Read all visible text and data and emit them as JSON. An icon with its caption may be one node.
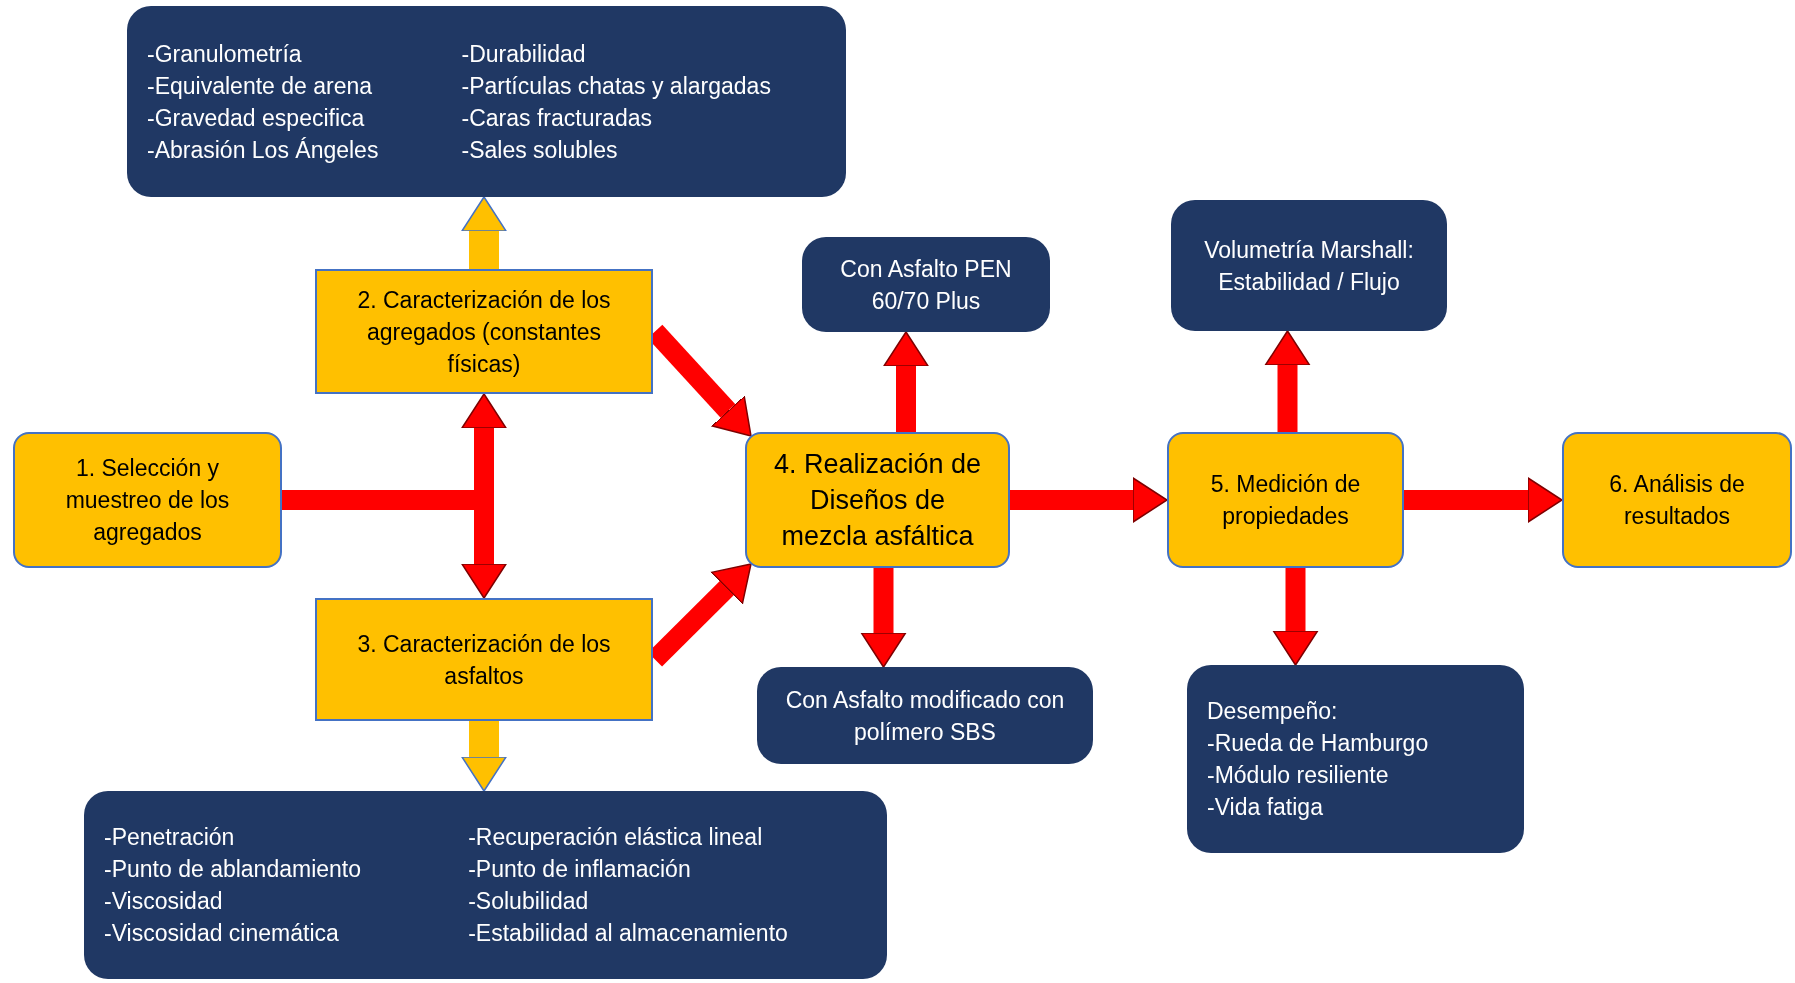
{
  "diagram": {
    "nodes": [
      {
        "text": [
          "1. Selección y muestreo de los agregados"
        ]
      },
      {
        "text": [
          "2. Caracterización de los agregados (constantes físicas)"
        ]
      },
      {
        "text": [
          "-Granulometría",
          "-Equivalente de arena",
          "-Gravedad especifica",
          "-Abrasión Los Ángeles",
          "-Durabilidad",
          "-Partículas chatas y alargadas",
          "-Caras fracturadas",
          "-Sales solubles"
        ]
      },
      {
        "text": [
          "3. Caracterización de los asfaltos"
        ]
      },
      {
        "text": [
          "-Penetración",
          "-Punto de ablandamiento",
          "-Viscosidad",
          "-Viscosidad cinemática",
          "-Recuperación  elástica lineal",
          "-Punto de inflamación",
          "-Solubilidad",
          "-Estabilidad al almacenamiento"
        ]
      },
      {
        "text": [
          "4. Realización de Diseños de mezcla asfáltica"
        ]
      },
      {
        "text": [
          "Con Asfalto PEN 60/70 Plus"
        ]
      },
      {
        "text": [
          "Con Asfalto modificado con polímero SBS"
        ]
      },
      {
        "text": [
          "5. Medición de propiedades"
        ]
      },
      {
        "text": [
          "Volumetría Marshall: Estabilidad / Flujo"
        ]
      },
      {
        "text": [
          "Desempeño:",
          "-Rueda de Hamburgo",
          "-Módulo resiliente",
          "-Vida fatiga"
        ]
      },
      {
        "text": [
          "6. Análisis de resultados"
        ]
      }
    ],
    "edges": [
      {
        "from": 0,
        "to": 1,
        "arrow": "to"
      },
      {
        "from": 0,
        "to": 3,
        "arrow": "to"
      },
      {
        "from": 1,
        "to": 2,
        "arrow": "to",
        "color": "#ffc000"
      },
      {
        "from": 3,
        "to": 4,
        "arrow": "to",
        "color": "#ffc000"
      },
      {
        "from": 1,
        "to": 5,
        "arrow": "to"
      },
      {
        "from": 3,
        "to": 5,
        "arrow": "to"
      },
      {
        "from": 5,
        "to": 6,
        "arrow": "to"
      },
      {
        "from": 5,
        "to": 7,
        "arrow": "to"
      },
      {
        "from": 5,
        "to": 8,
        "arrow": "to"
      },
      {
        "from": 8,
        "to": 9,
        "arrow": "to"
      },
      {
        "from": 8,
        "to": 10,
        "arrow": "to"
      },
      {
        "from": 8,
        "to": 11,
        "arrow": "to"
      }
    ]
  }
}
